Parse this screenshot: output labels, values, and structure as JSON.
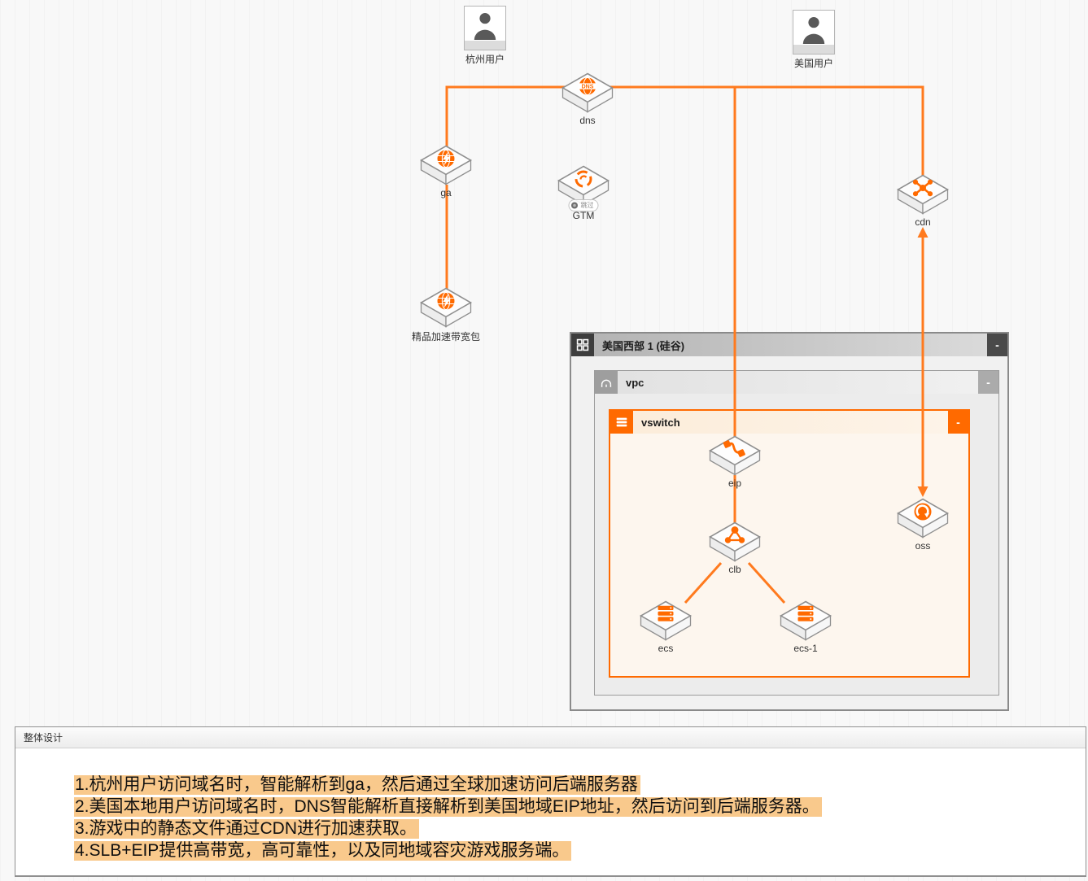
{
  "colors": {
    "accent": "#FF6A00",
    "connector": "#FF7A1E",
    "note_highlight": "#F9C98C"
  },
  "nodes": {
    "user_hangzhou": {
      "label": "杭州用户"
    },
    "user_us": {
      "label": "美国用户"
    },
    "dns": {
      "label": "dns"
    },
    "ga": {
      "label": "ga"
    },
    "gtm": {
      "label": "GTM",
      "badge": "跳过"
    },
    "cdn": {
      "label": "cdn"
    },
    "bandwidth": {
      "label": "精品加速带宽包"
    },
    "eip": {
      "label": "eip"
    },
    "clb": {
      "label": "clb"
    },
    "ecs": {
      "label": "ecs"
    },
    "ecs1": {
      "label": "ecs-1"
    },
    "oss": {
      "label": "oss"
    }
  },
  "groups": {
    "region": {
      "title": "美国西部 1 (硅谷)",
      "collapse": "-"
    },
    "vpc": {
      "title": "vpc",
      "collapse": "-"
    },
    "vswitch": {
      "title": "vswitch",
      "collapse": "-"
    }
  },
  "notes": {
    "title": "整体设计",
    "lines": [
      "1.杭州用户访问域名时，智能解析到ga，然后通过全球加速访问后端服务器",
      "2.美国本地用户访问域名时，DNS智能解析直接解析到美国地域EIP地址，然后访问到后端服务器。",
      "3.游戏中的静态文件通过CDN进行加速获取。",
      "4.SLB+EIP提供高带宽，高可靠性，以及同地域容灾游戏服务端。"
    ]
  }
}
